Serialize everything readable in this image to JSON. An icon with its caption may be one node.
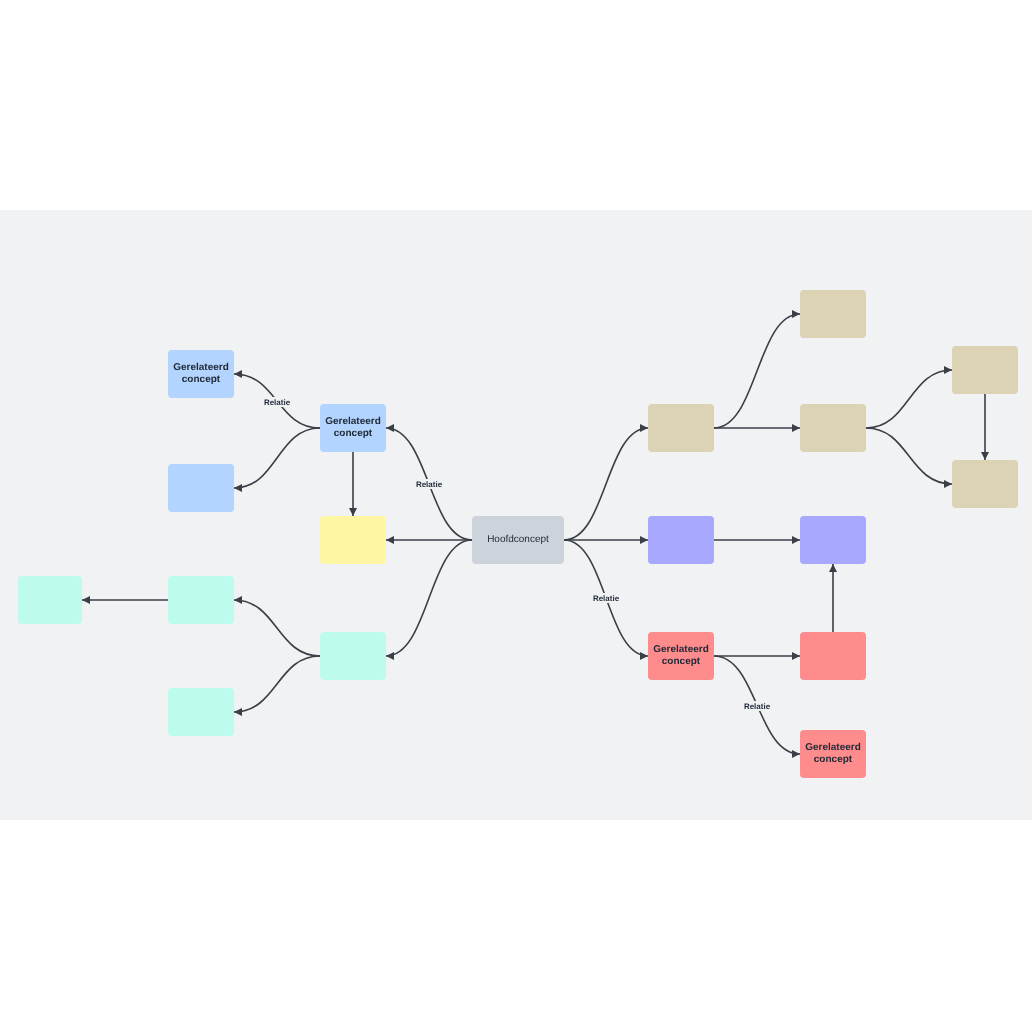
{
  "diagram": {
    "nodes": [
      {
        "text": [
          "Hoofdconcept"
        ]
      },
      {
        "text": [
          "Gerelateerd concept"
        ]
      },
      {
        "text": [
          "Gerelateerd concept"
        ]
      },
      {
        "text": [],
        "shape": "box"
      },
      {
        "text": [],
        "shape": "box"
      },
      {
        "text": [],
        "shape": "box"
      },
      {
        "text": [],
        "shape": "box"
      },
      {
        "text": [],
        "shape": "box"
      },
      {
        "text": [],
        "shape": "box"
      },
      {
        "text": [],
        "shape": "box"
      },
      {
        "text": [],
        "shape": "box"
      },
      {
        "text": [],
        "shape": "box"
      },
      {
        "text": [],
        "shape": "box"
      },
      {
        "text": [],
        "shape": "box"
      },
      {
        "text": [],
        "shape": "box"
      },
      {
        "text": [],
        "shape": "box"
      },
      {
        "text": [
          "Gerelateerd concept"
        ]
      },
      {
        "text": [],
        "shape": "box"
      },
      {
        "text": [
          "Gerelateerd concept"
        ]
      }
    ],
    "edges": [
      {
        "from": 0,
        "to": 1,
        "arrow": "to",
        "label": "Relatie"
      },
      {
        "from": 0,
        "to": 4,
        "arrow": "to"
      },
      {
        "from": 0,
        "to": 5,
        "arrow": "to"
      },
      {
        "from": 0,
        "to": 9,
        "arrow": "to"
      },
      {
        "from": 0,
        "to": 14,
        "arrow": "to"
      },
      {
        "from": 0,
        "to": 16,
        "arrow": "to",
        "label": "Relatie"
      },
      {
        "from": 1,
        "to": 2,
        "arrow": "to",
        "label": "Relatie"
      },
      {
        "from": 1,
        "to": 3,
        "arrow": "to"
      },
      {
        "from": 1,
        "to": 4,
        "arrow": "to"
      },
      {
        "from": 5,
        "to": 6,
        "arrow": "to"
      },
      {
        "from": 5,
        "to": 8,
        "arrow": "to"
      },
      {
        "from": 6,
        "to": 7,
        "arrow": "to"
      },
      {
        "from": 9,
        "to": 10,
        "arrow": "to"
      },
      {
        "from": 9,
        "to": 11,
        "arrow": "to"
      },
      {
        "from": 11,
        "to": 12,
        "arrow": "to"
      },
      {
        "from": 11,
        "to": 13,
        "arrow": "to"
      },
      {
        "from": 12,
        "to": 13,
        "arrow": "to"
      },
      {
        "from": 14,
        "to": 15,
        "arrow": "to"
      },
      {
        "from": 16,
        "to": 17,
        "arrow": "to"
      },
      {
        "from": 17,
        "to": 15,
        "arrow": "to"
      },
      {
        "from": 16,
        "to": 18,
        "arrow": "to",
        "label": "Relatie"
      }
    ]
  }
}
